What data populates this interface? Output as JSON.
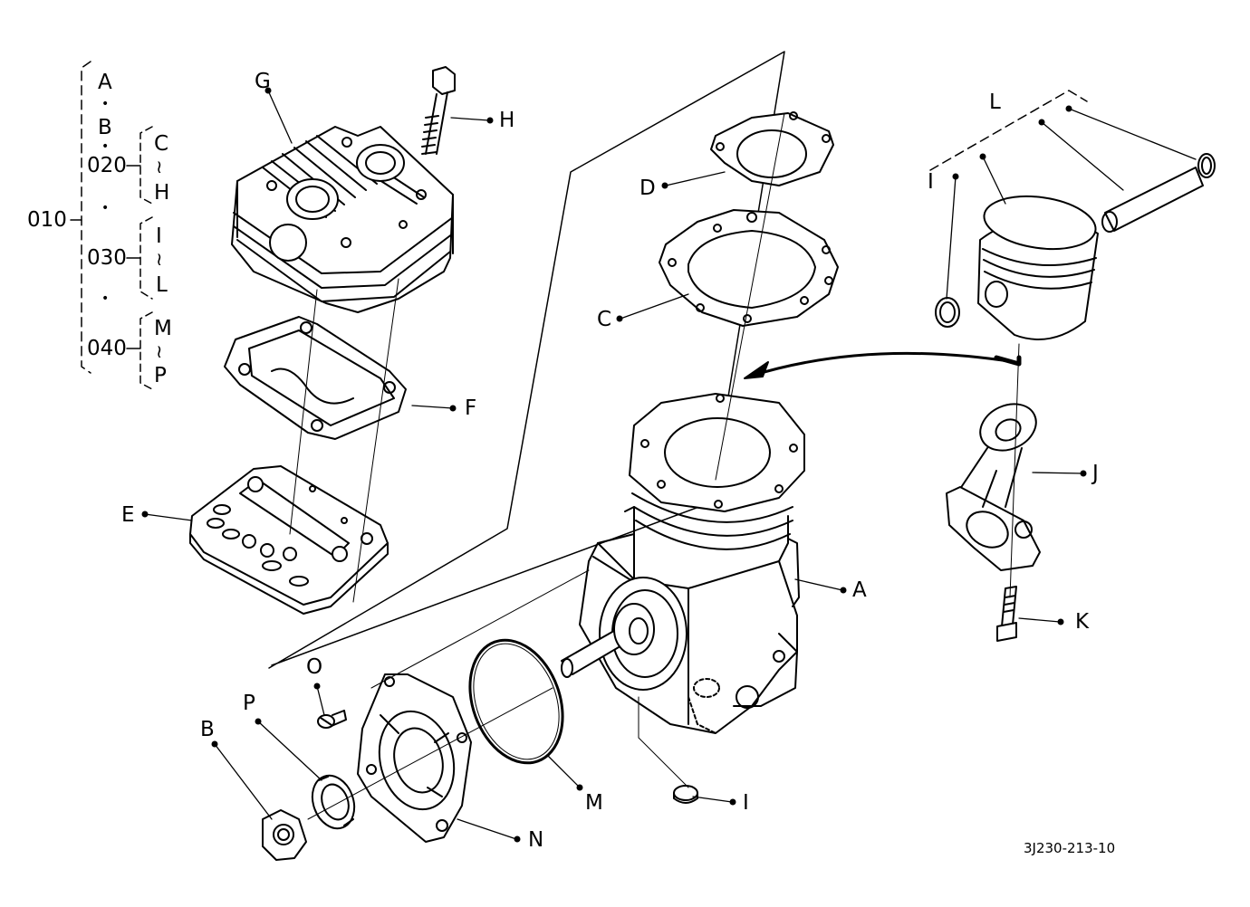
{
  "drawing_number": "3J230-213-10",
  "assembly_index": {
    "main": "010",
    "groups": [
      {
        "id": "020",
        "range_start": "C",
        "range_end": "H"
      },
      {
        "id": "030",
        "range_start": "I",
        "range_end": "L"
      },
      {
        "id": "040",
        "range_start": "M",
        "range_end": "P"
      }
    ],
    "top_parts": [
      "A",
      "B"
    ],
    "dot": "•",
    "tilde": "≀"
  },
  "callouts": {
    "A": "A",
    "B": "B",
    "C": "C",
    "D": "D",
    "E": "E",
    "F": "F",
    "G": "G",
    "H": "H",
    "I": "I",
    "J": "J",
    "K": "K",
    "L": "L",
    "M": "M",
    "N": "N",
    "O": "O",
    "P": "P",
    "I_pin": "I"
  }
}
